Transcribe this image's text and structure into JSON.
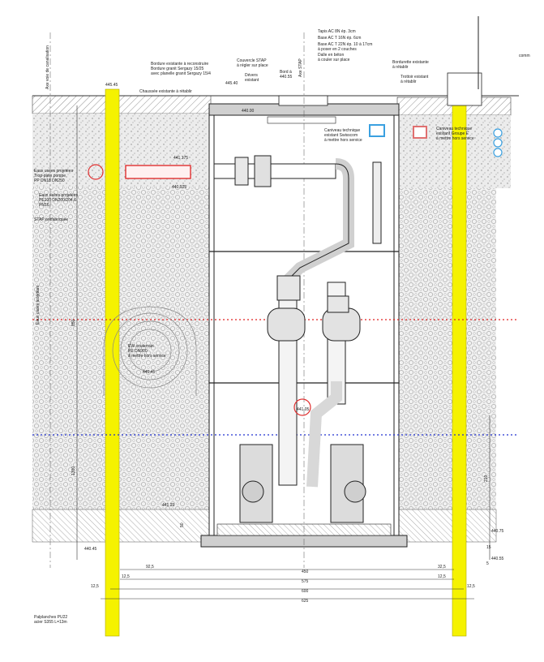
{
  "labels": {
    "axe_canal": "Axe voie de canalisation",
    "axe_stap": "Axe STAP",
    "comm": "comm",
    "bordure1": "Bordure existante à reconstruire",
    "bordure2": "Bordure granit Sergazy 15/25",
    "bordure3": "avec planelle granit Sergazy 15/4",
    "couvercle1": "Couvercle STAP",
    "couvercle2": "à régler sur place",
    "devers1": "Dévers",
    "devers2": "existant",
    "bord_lev": "Bord à",
    "bord_lev_val": "440.55",
    "tapis1": "Tapis AC 8N ép. 3cm",
    "tapis2": "Base AC T 16N ép. 6cm",
    "tapis3": "Base AC T 22N ép. 10 à 17cm",
    "tapis4": "à poser en 2 couches",
    "tapis5": "Dalle en béton",
    "tapis6": "à couler sur place",
    "bordurette1": "Bordurette existante",
    "bordurette2": "à rétablir",
    "trottoir1": "Trottoir existant",
    "trottoir2": "à rétablir",
    "chaussee": "Chaussée existante à rétablir",
    "lev_445_45": "445.45",
    "lev_445_40": "445.40",
    "lev_440_00": "440.00",
    "lev_441_175": "441.175",
    "lev_440_925": "440.925",
    "lev_441_41": "441.41",
    "lev_441_05": "441.05",
    "lev_441_25": "441.25",
    "lev_440_75": "440.75",
    "lev_440_45": "440.45",
    "lev_440_55b": "440.55",
    "eaux1": "Eaux usées projetées",
    "eaux2": "Trop-plein pompe",
    "eaux3": "PP DN18 DN250",
    "eaux4": "Eaux usées projetées",
    "eaux5": "PE100 DN200/204.6",
    "eaux6": "PN16",
    "stap": "STAP préfabriquée",
    "eaux_left1": "Eaux usées projetées",
    "caniveau1": "Caniveau technique",
    "caniveau2": "existant Swisscom",
    "caniveau3": "à mettre hors service",
    "caniveau4": "Caniveau technique",
    "caniveau5": "existant Groupe E",
    "caniveau6": "à mettre hors service",
    "ew1": "EW souterrain",
    "ew2": "PE DN900",
    "ew3": "à mettre hors service",
    "palplanches1": "Palplanches PU22",
    "palplanches2": "acier S355 L=13m",
    "dim_850": "850",
    "dim_1300": "1300",
    "dim_50": "50",
    "dim_210": "210",
    "dim_15": "15",
    "dim_5": "5",
    "dim_92_5": "92,5",
    "dim_450": "450",
    "dim_32_5": "32,5",
    "dim_12_5a": "12,5",
    "dim_575": "575",
    "dim_12_5b": "12,5",
    "dim_12_5c": "12,5",
    "dim_600": "600",
    "dim_12_5d": "12,5",
    "dim_625": "625"
  },
  "colors": {
    "sheet_pile": "#f5f200",
    "red_level": "#e02020",
    "blue_level": "#2030d0",
    "pipe_red": "#e03030",
    "caniveau": "#3aa0e0",
    "line": "#222222",
    "soil": "#d8d8d8",
    "gravel": "#eeeeee"
  }
}
